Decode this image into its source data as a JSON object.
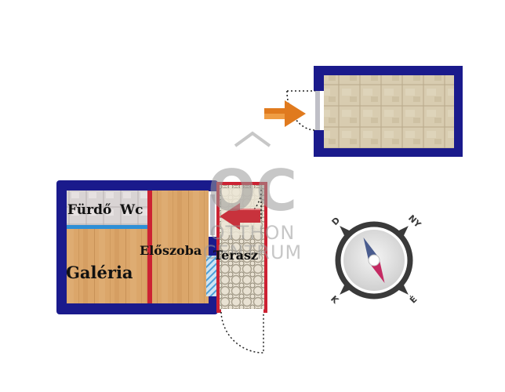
{
  "rooms": {
    "furdo": "Fürdő",
    "wc": "Wc",
    "eloszoba": "Előszoba",
    "terasz": "Terasz",
    "galeria": "Galéria"
  },
  "watermark": {
    "logo": "OC",
    "line1": "OTTHON",
    "line2": "CENTRUM"
  },
  "compass": {
    "north": "É",
    "east": "K",
    "south": "D",
    "west": "NY"
  },
  "colors": {
    "wall": "#1a1a8c",
    "partition": "#cc2233",
    "water": "#2e8fd6",
    "wood": "#d9a86a",
    "tile": "#d6cbb2",
    "arrow_main": "#c8323c",
    "arrow_aux": "#e07a1e"
  }
}
